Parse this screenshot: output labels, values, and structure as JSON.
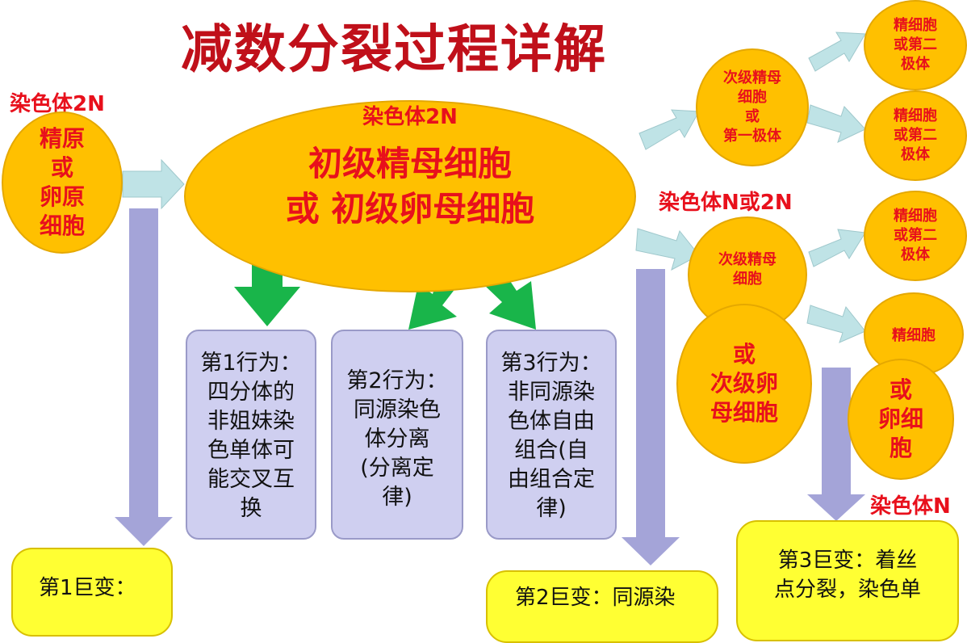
{
  "title": "减数分裂过程详解",
  "labels": {
    "chrom_2n_left": "染色体2N",
    "chrom_2n_center": "染色体2N",
    "chrom_n_or_2n": "染色体N或2N",
    "chrom_n": "染色体N"
  },
  "nodes": {
    "spermatogonium": "精原\n或\n卵原\n细胞",
    "primary_line1": "初级精母细胞",
    "primary_line2": "或 初级卵母细胞",
    "secondary_sperm_or_first_polar": "次级精母\n细胞\n或\n第一极体",
    "top_right_1": "精细胞\n或第二\n极体",
    "top_right_2": "精细胞\n或第二\n极体",
    "secondary_sperm": "次级精母\n细胞",
    "or_secondary_oocyte": "或\n次级卵\n母细胞",
    "mid_right_1": "精细胞\n或第二\n极体",
    "spermatid": "精细胞",
    "or_egg": "或\n卵细\n胞"
  },
  "behaviors": {
    "b1": "第1行为：\n四分体的\n非姐妹染\n色单体可\n能交叉互\n换",
    "b2": "第2行为：\n同源染色\n体分离\n(分离定\n律)",
    "b3": "第3行为：\n非同源染\n色体自由\n组合(自\n由组合定\n律)"
  },
  "changes": {
    "c1": "第1巨变：",
    "c2": "第2巨变：同源染",
    "c3": "第3巨变：着丝\n点分裂，染色单"
  },
  "colors": {
    "title_red": "#c0101a",
    "label_red": "#e8101c",
    "cell_fill": "#ffc000",
    "behavior_fill": "#cfcff0",
    "change_fill": "#ffff33",
    "green_arrow": "#19b54a",
    "cyan_arrow": "#bfe3e6",
    "lavender_arrow": "#a4a4d8"
  }
}
